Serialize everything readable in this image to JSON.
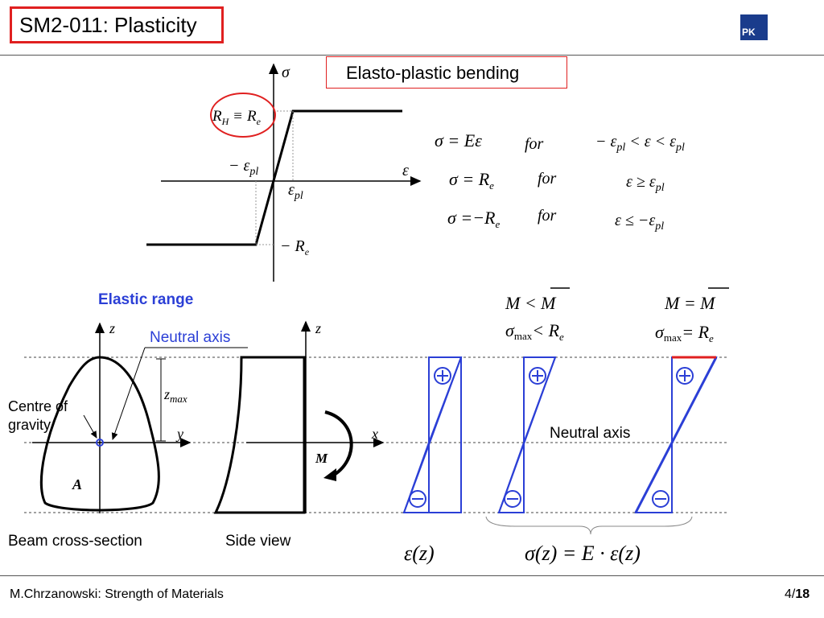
{
  "header": {
    "title": "SM2-011: Plasticity",
    "logo_text": "PK"
  },
  "slide": {
    "box_title": "Elasto-plastic bending",
    "elastic_range": "Elastic range",
    "neutral_axis_left": "Neutral axis",
    "neutral_axis_right": "Neutral axis",
    "centre_of_gravity": "Centre of gravity",
    "beam_cross_section": "Beam cross-section",
    "side_view": "Side view",
    "sigma_axis": "σ",
    "epsilon_axis": "ε",
    "rh_label": "R",
    "rh_sub": "H",
    "equiv": "≡",
    "re_label": "R",
    "re_sub": "e",
    "minus_eps_pl": "− ε",
    "eps_pl": "ε",
    "pl_sub": "pl",
    "minus_re": "− R",
    "eq1_left": "σ = Eε",
    "eq1_for": "for",
    "eq1_cond": "− ε",
    "eq1_cond_mid": " < ε < ε",
    "eq2_left": "σ = R",
    "eq2_for": "for",
    "eq2_cond": "ε ≥ ε",
    "eq3_left": "σ =−R",
    "eq3_for": "for",
    "eq3_cond": "ε ≤ −ε",
    "z_label": "z",
    "y_label": "y",
    "x_label": "x",
    "zmax_label": "z",
    "zmax_sub": "max",
    "A_label": "A",
    "M_label": "M",
    "M_less": "M < M",
    "M_equal": "M = M",
    "sigma_max": "σ",
    "max_sub": "max",
    "lt_Re": "< R",
    "eq_Re": "= R",
    "eps_z": "ε(z)",
    "sigma_z": "σ(z) = E · ε(z)",
    "plus_sign": "⊕",
    "minus_sign": "⊖"
  },
  "footer": {
    "author": "M.Chrzanowski: Strength of Materials",
    "page_current": "4/",
    "page_total": "18"
  },
  "colors": {
    "accent_red": "#e02020",
    "diagram_blue": "#2b3fd6",
    "logo_blue": "#1a3c8c"
  }
}
